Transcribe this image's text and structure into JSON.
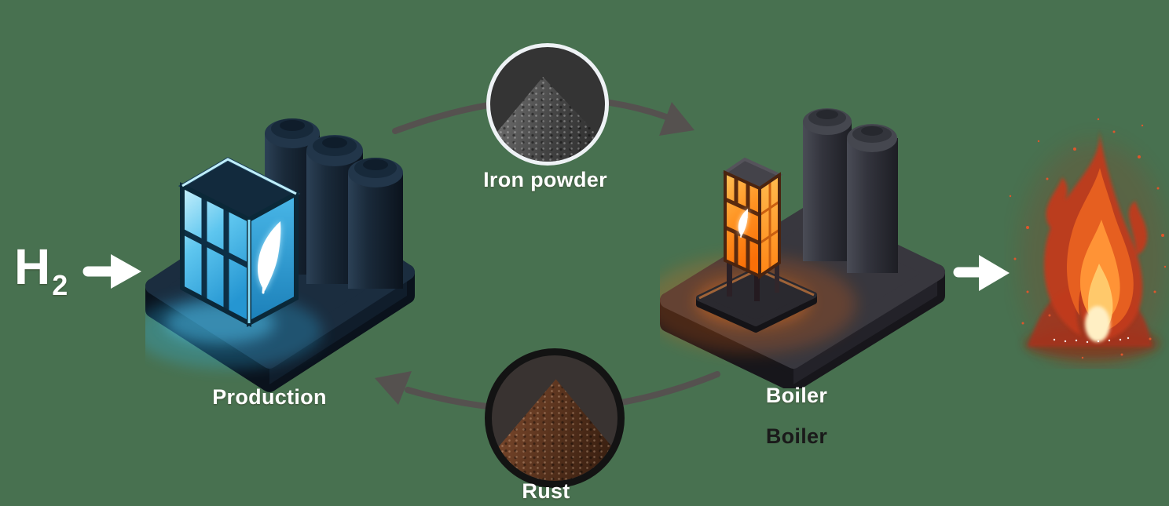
{
  "background": "#487150",
  "diagram": {
    "name": "iron-fuel-energy-cycle",
    "hydrogen": {
      "symbol": "H",
      "subscript": "2"
    },
    "production": {
      "label": "Production"
    },
    "iron_powder": {
      "label": "Iron powder"
    },
    "boiler": {
      "label": "Boiler",
      "label_secondary": "Boiler"
    },
    "rust": {
      "label": "Rust"
    },
    "icons": {
      "h2_arrow": "arrow-right",
      "fire_arrow": "arrow-right",
      "top_cycle_arrow": "curved-arrow-right",
      "bottom_cycle_arrow": "curved-arrow-left",
      "fire": "flame",
      "production_logo": "leaf",
      "boiler_logo": "leaf"
    },
    "colors": {
      "cycle_arrow_gray": "#55514f",
      "io_arrow_white": "#ffffff",
      "label_white": "#ffffff",
      "label_dark": "#1a1a1a",
      "production_glow": "#35b5ef",
      "boiler_glow": "#ff7a14",
      "iron_ring": "#eef2f5",
      "rust_ring": "#131313",
      "flame_red": "#c13a1b",
      "flame_orange": "#ff9336",
      "flame_core": "#ffefc4"
    }
  }
}
